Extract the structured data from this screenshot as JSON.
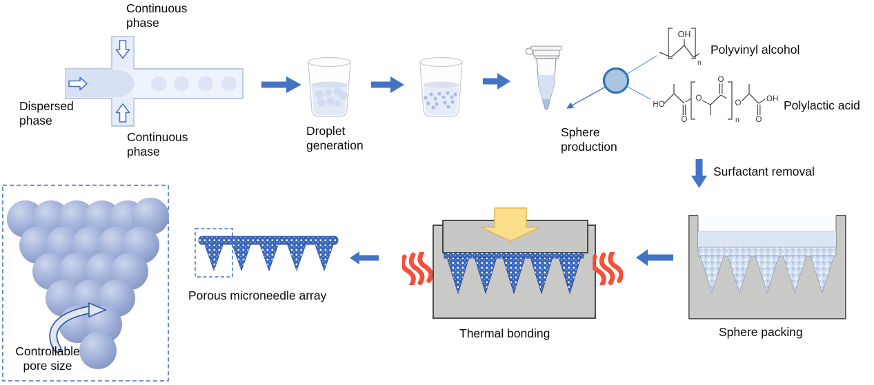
{
  "labels": {
    "continuous_phase_top": "Continuous phase",
    "dispersed_phase": "Dispersed phase",
    "continuous_phase_bottom": "Continuous phase",
    "droplet_generation": "Droplet generation",
    "sphere_production": "Sphere production",
    "polyvinyl_alcohol": "Polyvinyl alcohol",
    "polylactic_acid": "Polylactic acid",
    "surfactant_removal": "Surfactant removal",
    "sphere_packing": "Sphere packing",
    "thermal_bonding": "Thermal bonding",
    "porous_microneedle_array": "Porous microneedle array",
    "controllable_pore_size": "Controllable pore size"
  },
  "chem": {
    "pva": {
      "oh": "OH",
      "n": "n"
    },
    "pla": {
      "ho": "HO",
      "o1": "O",
      "o2": "O",
      "o3": "O",
      "n": "n",
      "o4": "O",
      "o5": "O",
      "oh": "OH"
    }
  },
  "colors": {
    "arrow_blue": "#4472c4",
    "channel_fill": "#d7e0f2",
    "heat_red": "#f4503a",
    "press_yellow": "#fbdf8b",
    "needle_blue": "#3a67bb",
    "mold_gray": "#c9c9c7",
    "sphere_lavender": "#9fb1d8",
    "callout_border": "#2e74b5"
  }
}
